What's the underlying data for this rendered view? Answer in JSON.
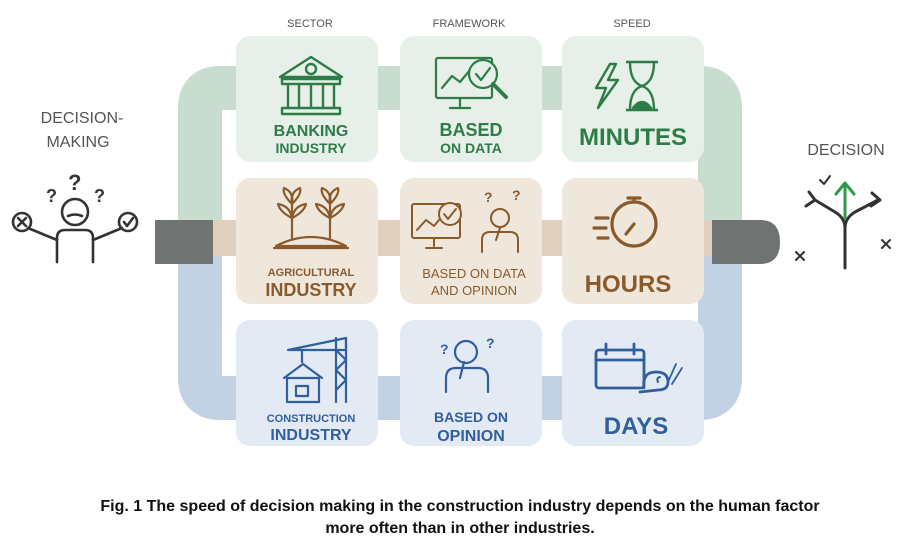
{
  "headers": {
    "sector": "SECTOR",
    "framework": "FRAMEWORK",
    "speed": "SPEED"
  },
  "left": {
    "line1": "DECISION-",
    "line2": "MAKING"
  },
  "right": {
    "label": "DECISION"
  },
  "colors": {
    "green": "#2e7d46",
    "green_bg": "#e6efe8",
    "green_pipe": "#c5dacd",
    "brown": "#8a5a2b",
    "brown_bg": "#efe7dc",
    "brown_pipe": "#dccbb6",
    "blue": "#2f5f9e",
    "blue_bg": "#e3eaf3",
    "blue_pipe": "#bfcfe2",
    "dark": "#333333",
    "gray_connector": "#6f7472"
  },
  "rows": {
    "banking": {
      "sector_line1": "BANKING",
      "sector_line2": "INDUSTRY",
      "sector_icon": "bank-icon",
      "framework_line1": "BASED",
      "framework_line2": "ON DATA",
      "framework_icon": "data-monitor-icon",
      "speed": "MINUTES",
      "speed_icon": "lightning-hourglass-icon"
    },
    "agricultural": {
      "sector_line1": "AGRICULTURAL",
      "sector_line2": "INDUSTRY",
      "sector_icon": "plants-icon",
      "framework_line1": "BASED ON DATA",
      "framework_line2": "AND OPINION",
      "framework_icon": "data-thinker-icon",
      "speed": "HOURS",
      "speed_icon": "stopwatch-icon"
    },
    "construction": {
      "sector_line1": "CONSTRUCTION",
      "sector_line2": "INDUSTRY",
      "sector_icon": "crane-house-icon",
      "framework_line1": "BASED ON",
      "framework_line2": "OPINION",
      "framework_icon": "thinker-icon",
      "speed": "DAYS",
      "speed_icon": "calendar-snail-icon"
    }
  },
  "caption": {
    "line1": "Fig. 1 The speed of decision making in the construction industry depends on the human factor",
    "line2": "more often than in other industries."
  }
}
